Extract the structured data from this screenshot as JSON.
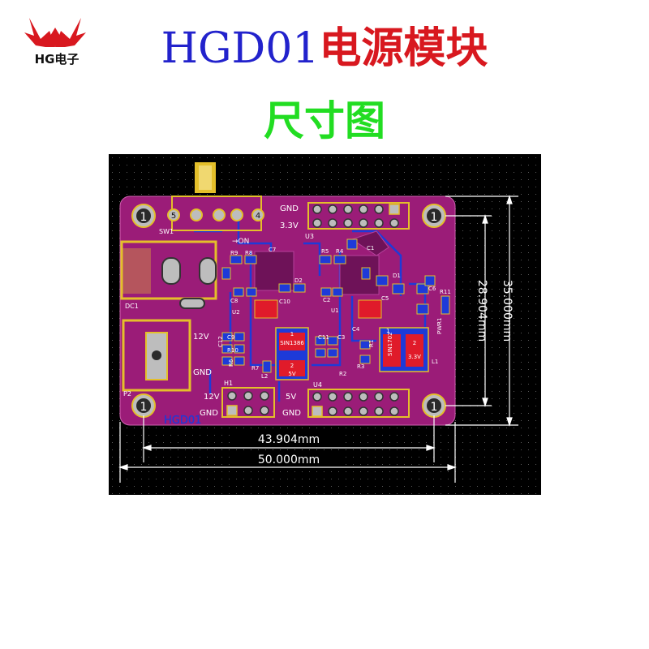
{
  "brand": {
    "logo_text": "HG电子",
    "logo_icon": "eagle-wings-icon",
    "logo_color": "#d8181f"
  },
  "title": {
    "model": "HGD01",
    "name_cn": "电源模块",
    "color_model": "#2222cc",
    "color_name": "#d8181f"
  },
  "subtitle": {
    "text": "尺寸图",
    "color": "#22dd22"
  },
  "pcb": {
    "background_color": "#000000",
    "board_color": "#9b1c78",
    "copper_color": "#e4bf2a",
    "trace_color": "#1e3ad8",
    "board_label": "HGD01",
    "dimensions": {
      "width_total": "50.000mm",
      "width_holes": "43.904mm",
      "height_total": "35.000mm",
      "height_holes": "28.904mm"
    },
    "hole_label": "1",
    "labels": {
      "sw1": "SW1",
      "on": "ON",
      "dc1": "DC1",
      "p2": "P2",
      "h1": "H1",
      "u3": "U3",
      "u4": "U4",
      "gnd_top": "GND",
      "v33_top": "3.3V",
      "gnd_bottom": "GND",
      "v5_bottom": "5V",
      "h1_12v": "12V",
      "h1_gnd": "GND",
      "p2_12v": "12V",
      "p2_gnd": "GND",
      "c7": "C7",
      "r9": "R9",
      "r8": "R8",
      "r5": "R5",
      "r4": "R4",
      "c1": "C1",
      "d1": "D1",
      "c6": "C6",
      "r11": "R11",
      "pwr1": "PWR1",
      "c8": "C8",
      "u2": "U2",
      "d2": "D2",
      "c10": "C10",
      "c2": "C2",
      "u1": "U1",
      "c5": "C5",
      "c12": "C12",
      "c9": "C9",
      "r10": "R10",
      "r6": "R6",
      "r7": "R7",
      "l2": "L2",
      "c11": "C11",
      "c3": "C3",
      "c4": "C4",
      "r1": "R1",
      "r2": "R2",
      "r3": "R3",
      "l1": "L1",
      "reg_5v_part": "SIN1386",
      "reg_5v_pin1": "1",
      "reg_5v_pin2": "2",
      "reg_5v_value": "5V",
      "reg_33_part": "SIN1702",
      "reg_33_pin1": "1",
      "reg_33_pin2": "2",
      "reg_33_value": "3.3V",
      "sw_pin_5": "5",
      "sw_pin_4": "4"
    }
  }
}
